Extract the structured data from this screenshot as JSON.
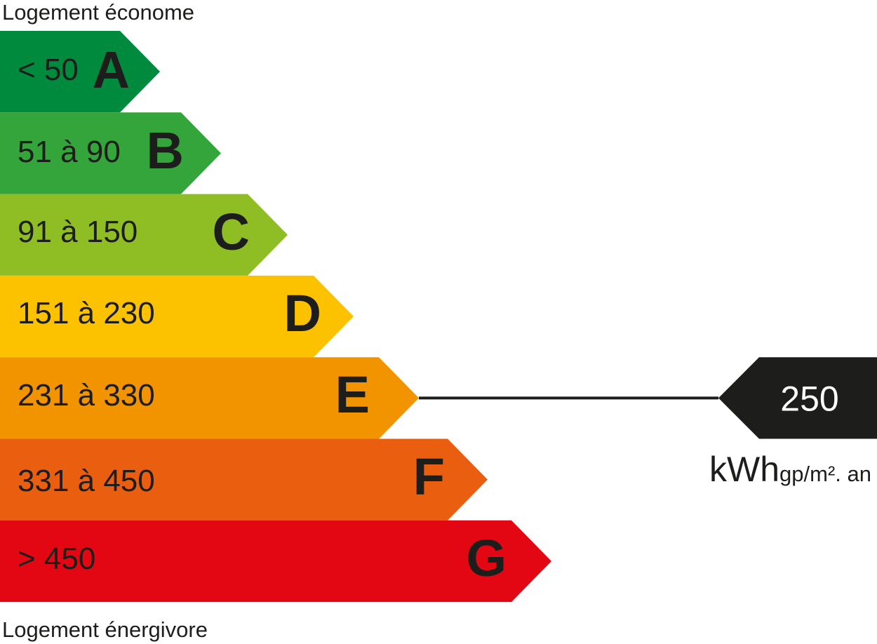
{
  "labels": {
    "top": "Logement économe",
    "bottom": "Logement énergivore"
  },
  "classes": [
    {
      "letter": "A",
      "range": "< 50",
      "color": "#008a3e"
    },
    {
      "letter": "B",
      "range": "51 à 90",
      "color": "#33a53a"
    },
    {
      "letter": "C",
      "range": "91 à 150",
      "color": "#8fbe24"
    },
    {
      "letter": "D",
      "range": "151 à 230",
      "color": "#fcc200"
    },
    {
      "letter": "E",
      "range": "231 à 330",
      "color": "#f29300"
    },
    {
      "letter": "F",
      "range": "331 à 450",
      "color": "#e95e0f"
    },
    {
      "letter": "G",
      "range": "> 450",
      "color": "#e30613"
    }
  ],
  "indicator": {
    "value": "250",
    "class": "E",
    "unit_main": "kWh",
    "unit_sub": "gp/m². an",
    "color": "#1d1d1b"
  }
}
